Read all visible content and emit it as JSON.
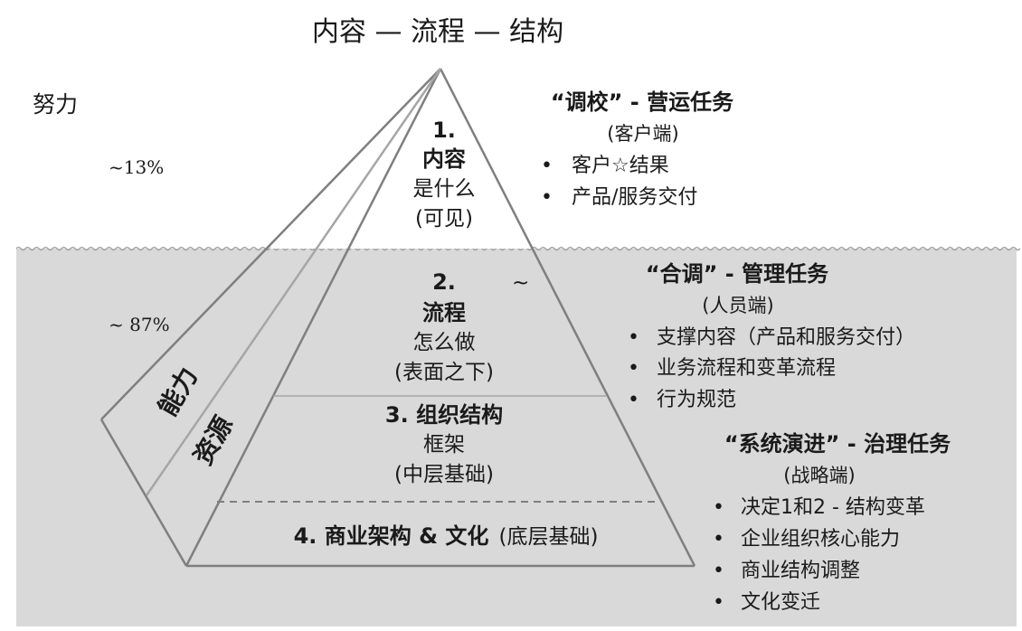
{
  "title": "内容 — 流程 — 结构",
  "effort_label": "努力",
  "effort_top_pct": "~13%",
  "effort_bottom_pct": "~ 87%",
  "side_labels": {
    "capability": "能力",
    "resources": "资源"
  },
  "levels": [
    {
      "number": "1.",
      "name": "内容",
      "desc": "是什么",
      "note": "(可见)"
    },
    {
      "number": "2.",
      "name": "流程",
      "desc": "怎么做",
      "note": "(表面之下)"
    },
    {
      "heading": "3. 组织结构",
      "desc": "框架",
      "note": "(中层基础)"
    },
    {
      "heading_bold": "4. 商业架构 & 文化",
      "heading_normal": "(底层基础)"
    }
  ],
  "wave_mark": "~",
  "tasks": [
    {
      "heading": "“调校” - 营运任务",
      "side": "(客户端)",
      "bullets": [
        "客户☆结果",
        "产品/服务交付"
      ]
    },
    {
      "heading": "“合调” - 管理任务",
      "side": "(人员端)",
      "bullets": [
        "支撑内容（产品和服务交付）",
        "业务流程和变革流程",
        "行为规范"
      ]
    },
    {
      "heading": "“系统演进” - 治理任务",
      "side": "(战略端)",
      "bullets": [
        "决定1和2 - 结构变革",
        "企业组织核心能力",
        "商业结构调整",
        "文化变迁"
      ]
    }
  ],
  "bullet_char": "•",
  "colors": {
    "water": "#d9d9d9",
    "outline": "#7f7f7f",
    "wave": "#a6a6a6",
    "text": "#1a1a1a"
  }
}
